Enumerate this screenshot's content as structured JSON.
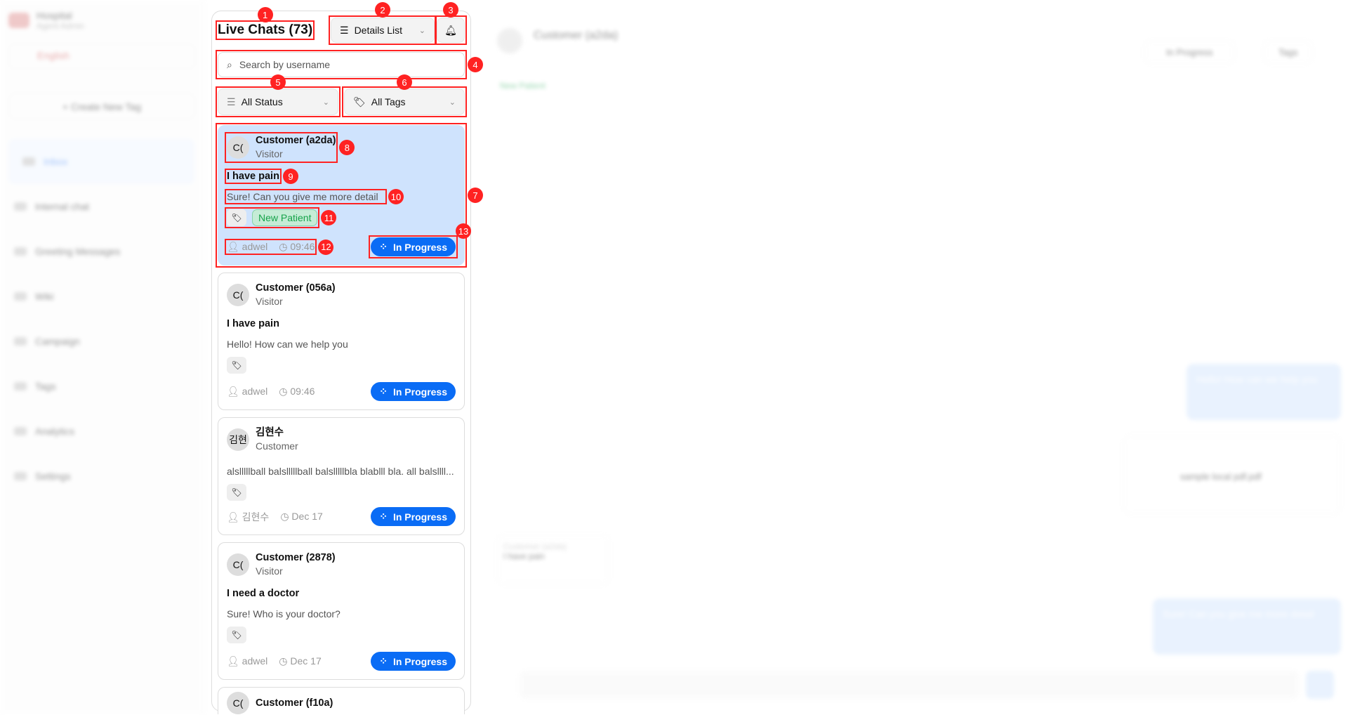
{
  "sidebar": {
    "brand": "Hospital",
    "subtitle": "Agent Admin",
    "language": "English",
    "create_tag": "+ Create New Tag",
    "items": [
      "Inbox",
      "Internal chat",
      "Greeting Messages",
      "Wiki",
      "Campaign",
      "Tags",
      "Analytics",
      "Settings"
    ]
  },
  "list": {
    "title": "Live Chats (73)",
    "view_label": "Details List",
    "search_placeholder": "Search by username",
    "status_filter": "All Status",
    "tags_filter": "All Tags",
    "chats": [
      {
        "initials": "C(",
        "name": "Customer (a2da)",
        "role": "Visitor",
        "subject": "I have pain",
        "preview": "Sure! Can you give me more detail",
        "tags": [
          "New Patient"
        ],
        "agent": "adwel",
        "time": "09:46",
        "status": "In Progress",
        "selected": true
      },
      {
        "initials": "C(",
        "name": "Customer (056a)",
        "role": "Visitor",
        "subject": "I have pain",
        "preview": "Hello! How can we help you",
        "tags": [],
        "agent": "adwel",
        "time": "09:46",
        "status": "In Progress"
      },
      {
        "initials": "김현",
        "name": "김현수",
        "role": "Customer",
        "subject": "",
        "preview": "alslllllball balslllllball balslllllbla blablll bla. all balsllll...",
        "tags": [],
        "agent": "김현수",
        "time": "Dec 17",
        "status": "In Progress"
      },
      {
        "initials": "C(",
        "name": "Customer (2878)",
        "role": "Visitor",
        "subject": "I need a doctor",
        "preview": "Sure! Who is your doctor?",
        "tags": [],
        "agent": "adwel",
        "time": "Dec 17",
        "status": "In Progress"
      },
      {
        "initials": "C(",
        "name": "Customer (f10a)",
        "role": "",
        "subject": "",
        "preview": "",
        "tags": [],
        "agent": "",
        "time": "",
        "status": ""
      }
    ]
  },
  "chat": {
    "name": "Customer (a2da)",
    "tag": "New Patient",
    "status": "In Progress",
    "tags_btn": "Tags",
    "msg1": "Hello! How can we help you",
    "file": "sample local pdf.pdf",
    "incoming_name": "Customer (a2da)",
    "incoming": "I have pain",
    "msg2": "Sure! Can you give me more detail"
  },
  "annotations": [
    "1",
    "2",
    "3",
    "4",
    "5",
    "6",
    "7",
    "8",
    "9",
    "10",
    "11",
    "12",
    "13"
  ],
  "colors": {
    "accent": "#0a6cf5",
    "selected": "#cfe3fd",
    "tag_green": "#16a34a",
    "annotation": "#ff2222"
  }
}
